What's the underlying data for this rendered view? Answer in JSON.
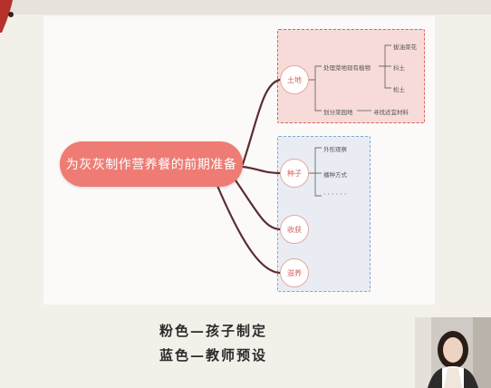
{
  "diagram": {
    "main_topic": "为灰灰制作营养餐的前期准备",
    "branches": [
      {
        "name": "土地",
        "children": [
          {
            "name": "处理菜地现有植物",
            "children": [
              "拔油菜花",
              "抖土",
              "松土"
            ]
          },
          {
            "name": "划分菜园地",
            "children": [
              "寻找适宜材料"
            ]
          }
        ]
      },
      {
        "name": "种子",
        "children": [
          {
            "name": "外形观察"
          },
          {
            "name": "播种方式"
          },
          {
            "name": "······"
          }
        ]
      },
      {
        "name": "收获"
      },
      {
        "name": "滋养"
      }
    ]
  },
  "legend": {
    "pink": "粉色—孩子制定",
    "blue": "蓝色—教师预设"
  },
  "colors": {
    "main_node": "#ee7c74",
    "pink_box": "#f7dbd8",
    "pink_border": "#d9615c",
    "blue_box": "#e9edf3",
    "blue_border": "#7fa8d1",
    "branch_line": "#5a2d35"
  }
}
